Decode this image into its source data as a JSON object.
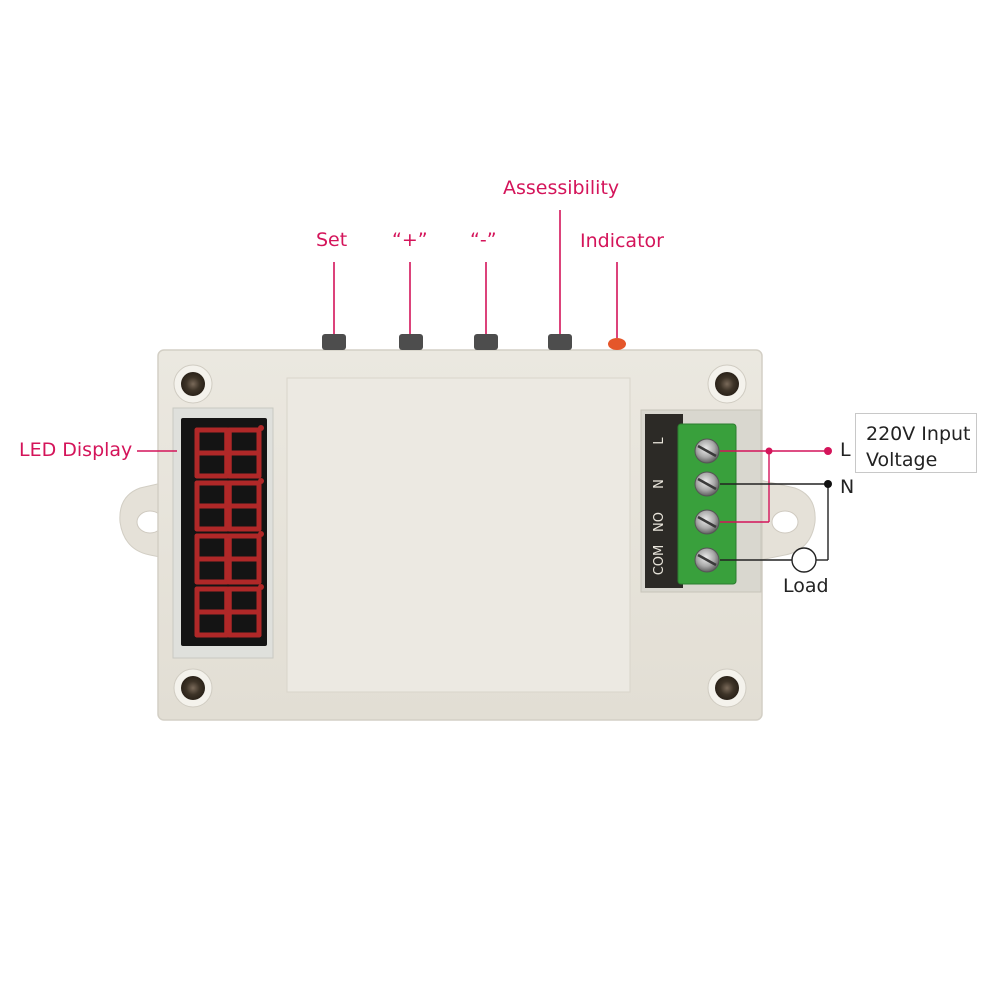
{
  "labels": {
    "accessibility": "Assessibility",
    "set": "Set",
    "plus": "“+”",
    "minus": "“-”",
    "indicator": "Indicator",
    "led_display": "LED Display",
    "input_voltage_line1": "220V Input",
    "input_voltage_line2": "Voltage",
    "line_L": "L",
    "line_N": "N",
    "load": "Load"
  },
  "terminal_markings": [
    "L",
    "N",
    "NO",
    "COM"
  ],
  "led_digits": [
    "8.",
    "8.",
    "8.",
    "8."
  ],
  "colors": {
    "label_accent": "#d4145a",
    "enclosure": "#e7e3da",
    "terminal_block": "#39a03c",
    "led_segment": "#b02828",
    "indicator_led": "#e5562a"
  }
}
